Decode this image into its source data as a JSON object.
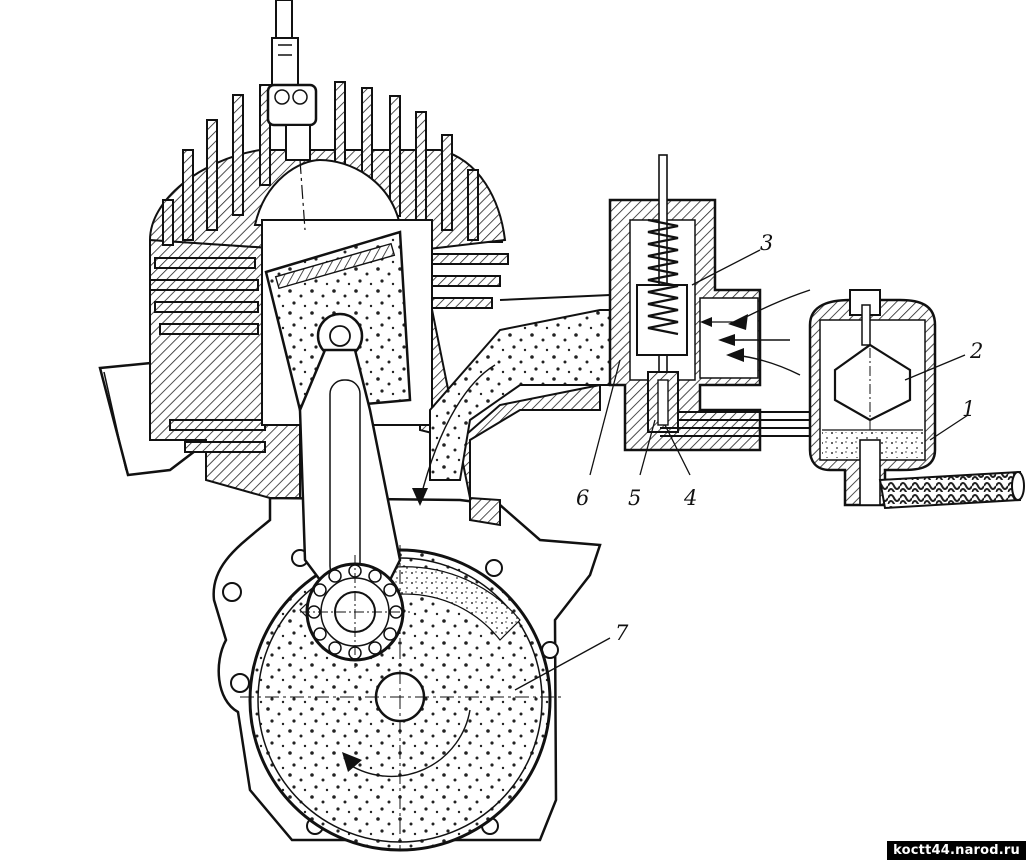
{
  "labels": {
    "l1": "1",
    "l2": "2",
    "l3": "3",
    "l4": "4",
    "l5": "5",
    "l6": "6",
    "l7": "7"
  },
  "watermark": "koctt44.narod.ru",
  "colors": {
    "ink": "#111111",
    "paper": "#ffffff",
    "hatch": "#222222"
  }
}
